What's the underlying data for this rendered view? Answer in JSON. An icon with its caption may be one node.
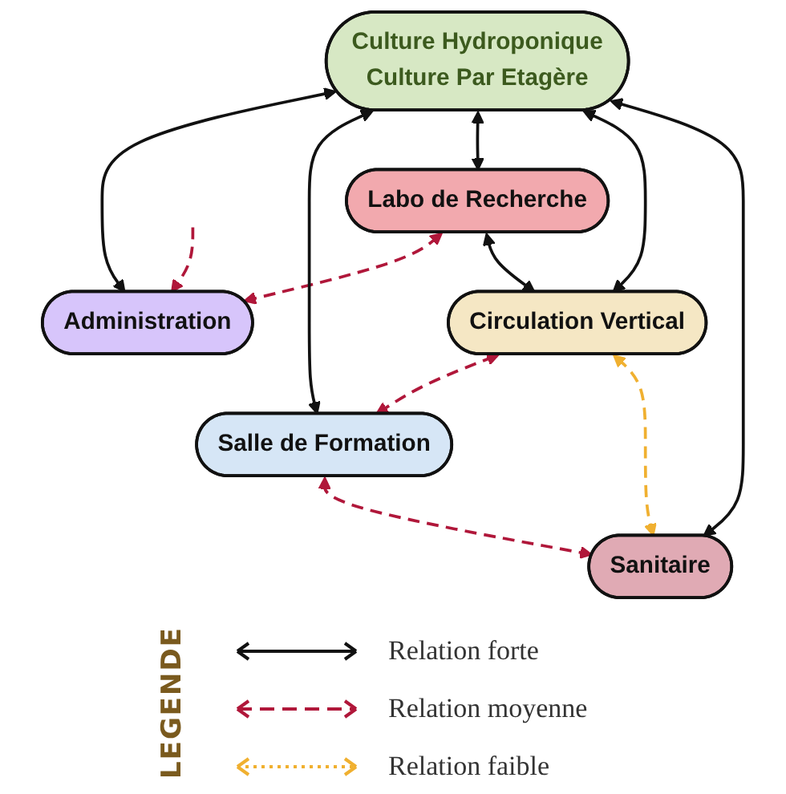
{
  "diagram": {
    "nodes": [
      {
        "text": [
          "Administration"
        ]
      },
      {
        "text": [
          "Culture Hydroponique",
          "Culture Par Etagère"
        ]
      },
      {
        "text": [
          "Salle de Formation"
        ]
      },
      {
        "text": [
          "Sanitaire"
        ]
      },
      {
        "text": [
          "Labo de Recherche"
        ]
      },
      {
        "text": [
          "Circulation Vertical"
        ]
      }
    ],
    "edges": [
      {
        "from": null,
        "to": 0,
        "arrow": "to",
        "style": "dashed",
        "color": "#b0173a"
      },
      {
        "from": 1,
        "to": 0,
        "arrow": "both"
      },
      {
        "from": 4,
        "to": 0,
        "arrow": "both",
        "style": "dashed",
        "color": "#b0173a"
      },
      {
        "from": 1,
        "to": 2,
        "arrow": "both"
      },
      {
        "from": 1,
        "to": 4,
        "arrow": "both"
      },
      {
        "from": 1,
        "to": 5,
        "arrow": "both"
      },
      {
        "from": 1,
        "to": 3,
        "arrow": "both"
      },
      {
        "from": 5,
        "to": 2,
        "arrow": "both",
        "style": "dashed",
        "color": "#b0173a"
      },
      {
        "from": 2,
        "to": 3,
        "arrow": "both",
        "style": "dashed",
        "color": "#b0173a"
      },
      {
        "from": 4,
        "to": 5,
        "arrow": "both"
      },
      {
        "from": 5,
        "to": 3,
        "arrow": "both",
        "style": "dashed",
        "color": "#f0b030"
      }
    ],
    "labels": [
      "LEGENDE"
    ],
    "legend": [
      {
        "text": "Relation forte"
      },
      {
        "text": "Relation moyenne"
      },
      {
        "text": "Relation faible"
      }
    ]
  }
}
